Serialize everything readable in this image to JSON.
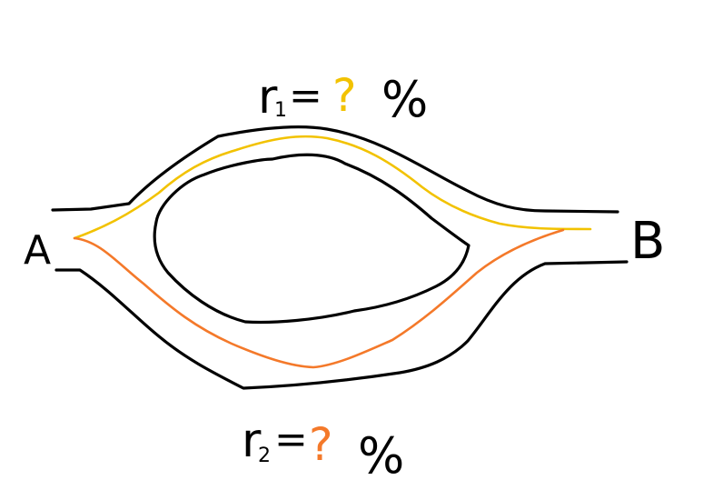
{
  "colors": {
    "ink": "#000000",
    "route_1": "#f2c200",
    "route_2": "#f4792a"
  },
  "nodes": {
    "a": "A",
    "b": "B"
  },
  "routes": {
    "route_1": {
      "symbol": "r",
      "subscript": "1",
      "equals": "=",
      "value": "?",
      "unit": "%"
    },
    "route_2": {
      "symbol": "r",
      "subscript": "2",
      "equals": "=",
      "value": "?",
      "unit": "%"
    }
  }
}
